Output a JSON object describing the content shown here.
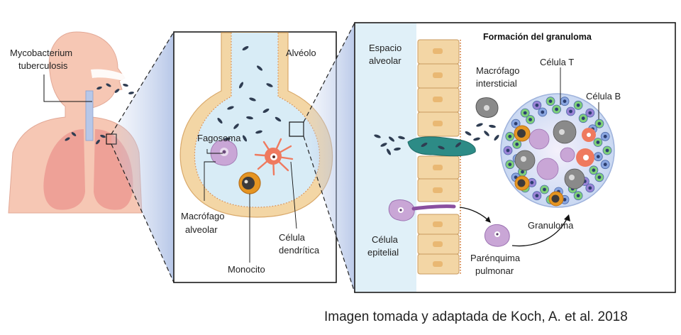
{
  "labels": {
    "mycobacterium_line1": "Mycobacterium",
    "mycobacterium_line2": "tuberculosis",
    "alveolo": "Alvéolo",
    "fagosoma": "Fagosoma",
    "macrofago_alveolar_line1": "Macrófago",
    "macrofago_alveolar_line2": "alveolar",
    "monocito": "Monocito",
    "celula_dendritica_line1": "Célula",
    "celula_dendritica_line2": "dendrítica",
    "formacion_title": "Formación del granuloma",
    "espacio_alveolar_line1": "Espacio",
    "espacio_alveolar_line2": "alveolar",
    "macrofago_intersticial_line1": "Macrófago",
    "macrofago_intersticial_line2": "intersticial",
    "celula_t": "Célula T",
    "celula_b": "Célula B",
    "granuloma": "Granuloma",
    "celula_epitelial_line1": "Célula",
    "celula_epitelial_line2": "epitelial",
    "parenquima_line1": "Parénquima",
    "parenquima_line2": "pulmonar"
  },
  "credit": "Imagen tomada y adaptada de Koch, A. et al. 2018",
  "colors": {
    "skin": "#f6c7b4",
    "lung": "#ec9a92",
    "alveolus_fluid": "#d8ecf6",
    "epithelium": "#f3d6a5",
    "bacteria": "#2f3d52",
    "macrophage": "#c9a6d6",
    "dendritic": "#ef7a5f",
    "monocyte": "#e59522",
    "frame": "#1a1a1a"
  }
}
